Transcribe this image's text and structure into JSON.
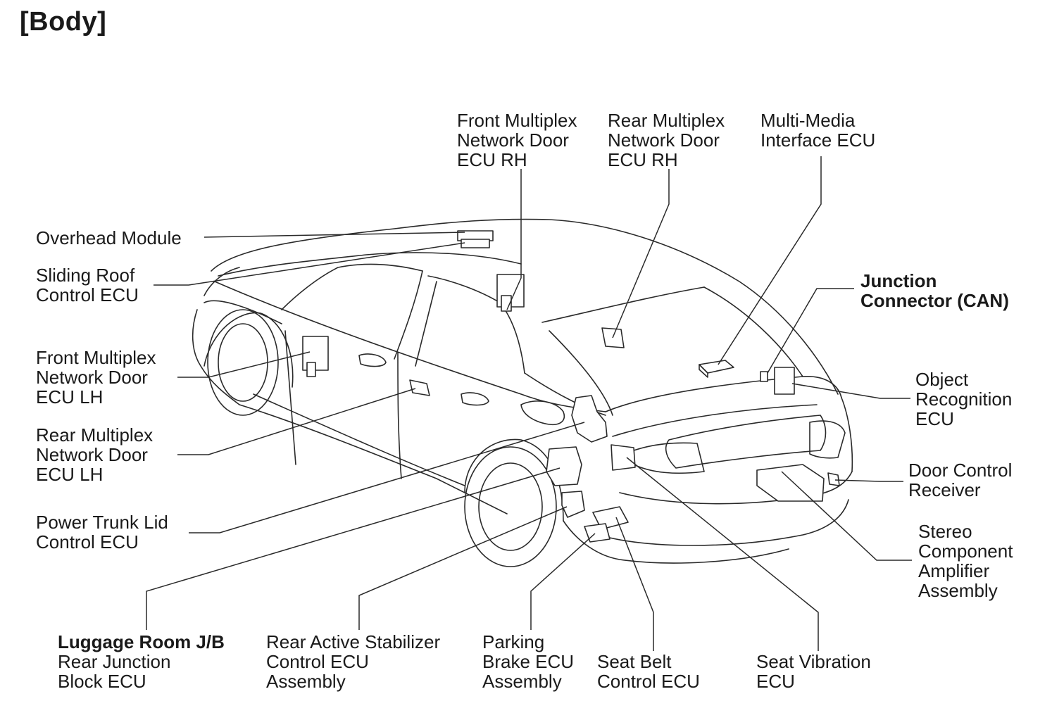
{
  "title": "[Body]",
  "labels": {
    "front_door_rh": [
      "Front Multiplex",
      "Network Door",
      "ECU RH"
    ],
    "rear_door_rh": [
      "Rear Multiplex",
      "Network Door",
      "ECU RH"
    ],
    "multimedia_ecu": [
      "Multi-Media",
      "Interface ECU"
    ],
    "overhead_module": [
      "Overhead Module"
    ],
    "sliding_roof": [
      "Sliding Roof",
      "Control ECU"
    ],
    "junction_connector": [
      "Junction",
      "Connector (CAN)"
    ],
    "front_door_lh": [
      "Front Multiplex",
      "Network Door",
      "ECU LH"
    ],
    "object_recognition": [
      "Object",
      "Recognition",
      "ECU"
    ],
    "rear_door_lh": [
      "Rear Multiplex",
      "Network Door",
      "ECU LH"
    ],
    "door_control_receiver": [
      "Door Control",
      "Receiver"
    ],
    "power_trunk": [
      "Power Trunk Lid",
      "Control ECU"
    ],
    "stereo_amp": [
      "Stereo",
      "Component",
      "Amplifier",
      "Assembly"
    ],
    "luggage_jb": [
      "Luggage Room J/B",
      "Rear Junction",
      "Block ECU"
    ],
    "rear_stabilizer": [
      "Rear Active Stabilizer",
      "Control ECU",
      "Assembly"
    ],
    "parking_brake": [
      "Parking",
      "Brake ECU",
      "Assembly"
    ],
    "seat_belt": [
      "Seat Belt",
      "Control ECU"
    ],
    "seat_vibration": [
      "Seat Vibration",
      "ECU"
    ]
  }
}
